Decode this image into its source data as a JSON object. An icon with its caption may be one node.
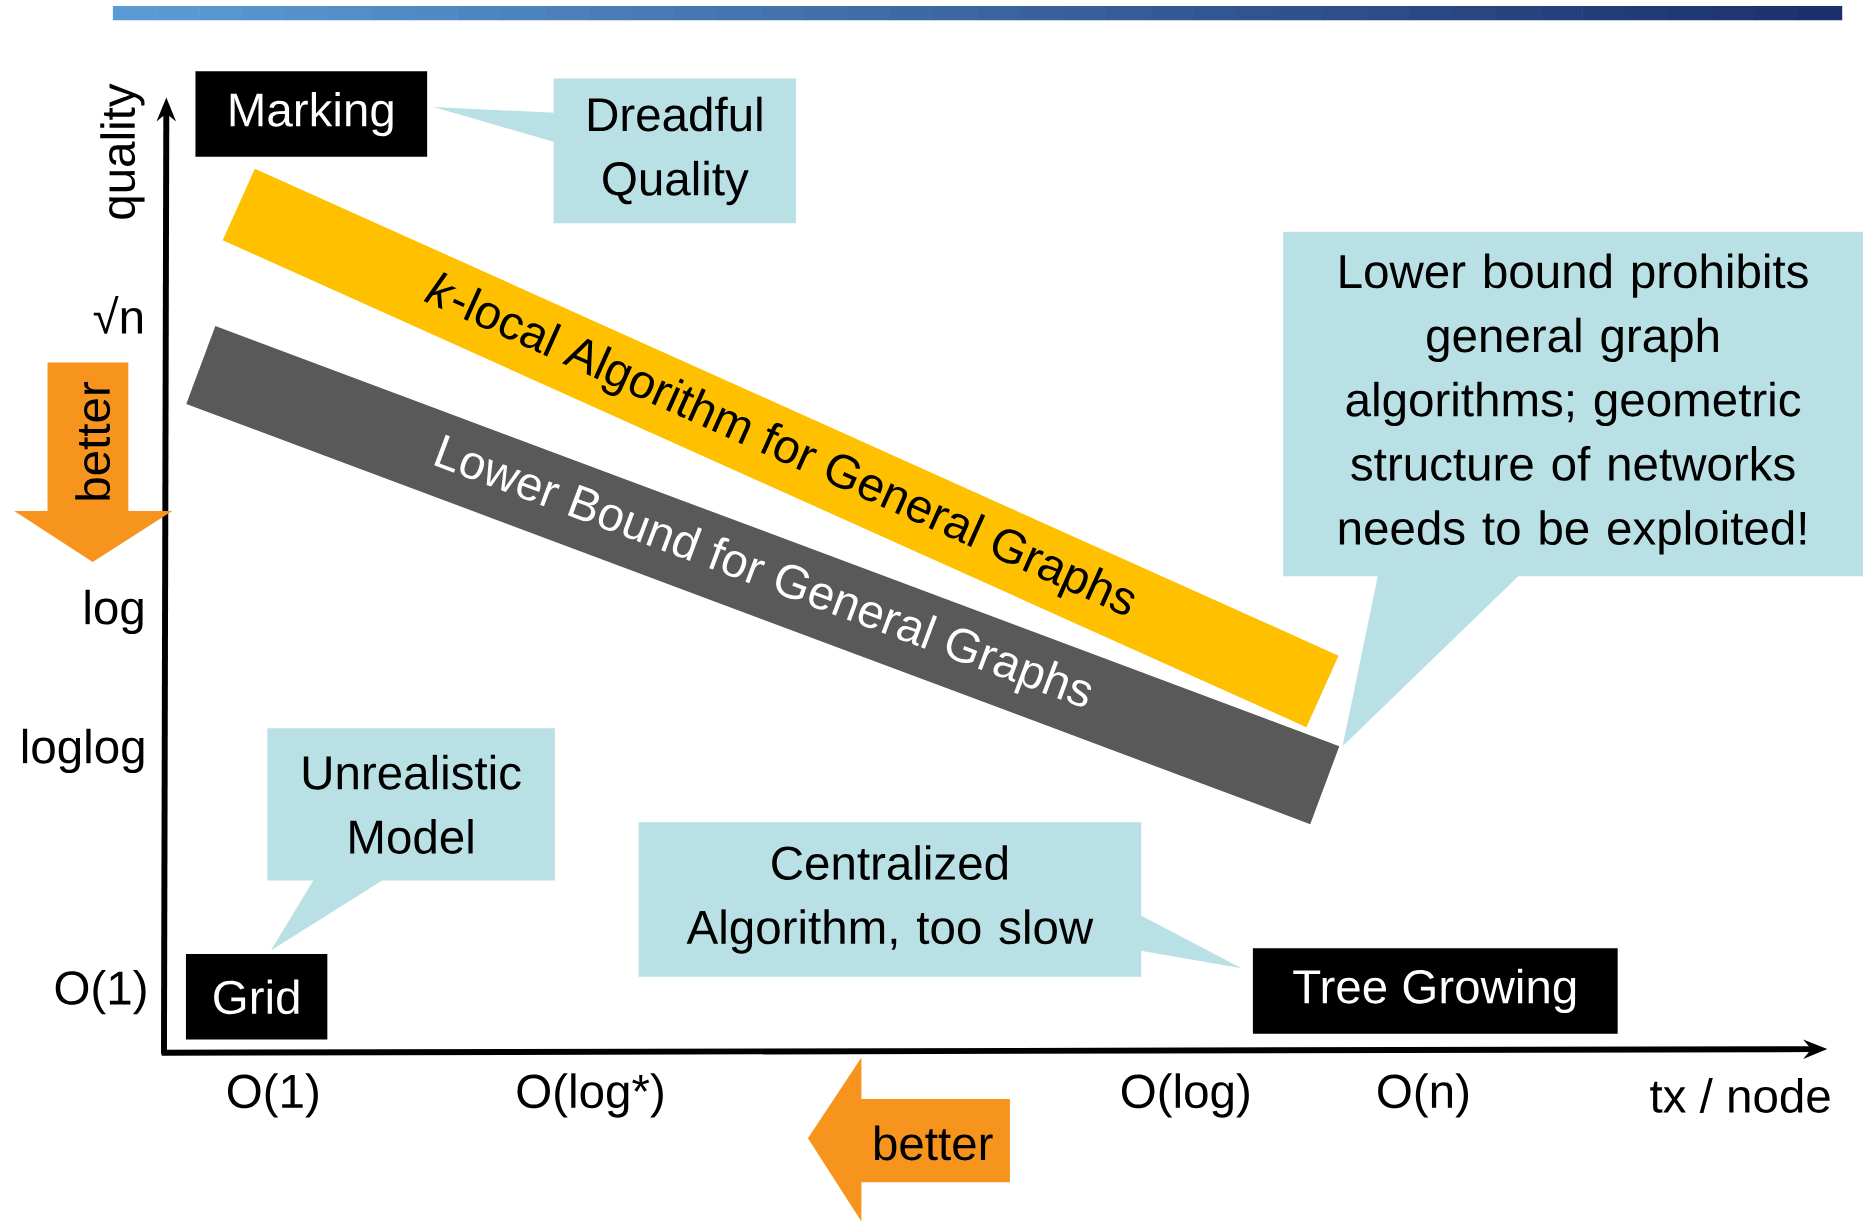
{
  "diagram": {
    "nodes": [
      {
        "text": [
          "Marking"
        ]
      },
      {
        "text": [
          "Dreadful Quality"
        ]
      },
      {
        "text": [
          "*k*-local Algorithm for General Graphs"
        ]
      },
      {
        "text": [
          "Lower Bound for General Graphs"
        ]
      },
      {
        "text": [
          "Lower bound prohibits general graph algorithms; geometric structure of networks needs to be exploited!"
        ]
      },
      {
        "text": [
          "Unrealistic Model"
        ]
      },
      {
        "text": [
          "Grid"
        ]
      },
      {
        "text": [
          "Centralized Algorithm, too slow"
        ]
      },
      {
        "text": [
          "Tree Growing"
        ]
      }
    ],
    "labels": [
      "quality",
      "√n",
      "better",
      "log",
      "loglog",
      "O(1)",
      "O(1)",
      "O(log*)",
      "better",
      "O(log)",
      "O(n)",
      "tx / node"
    ]
  }
}
